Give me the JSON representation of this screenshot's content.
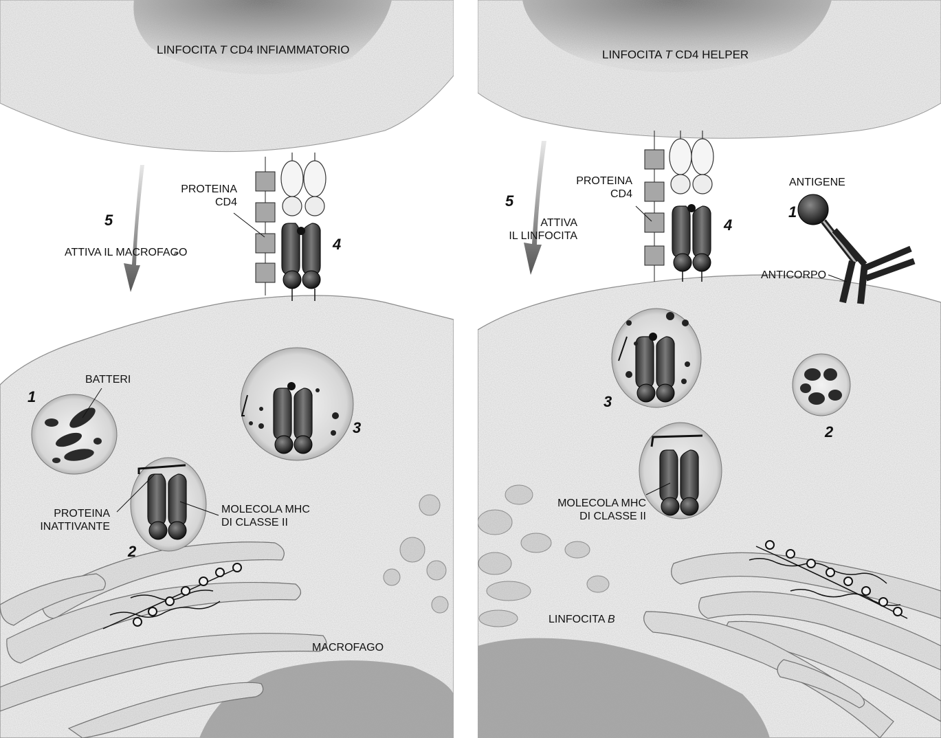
{
  "left_panel": {
    "top_cell_title_prefix": "LINFOCITA ",
    "top_cell_title_italic": "T",
    "top_cell_title_suffix": " CD4 INFIAMMATORIO",
    "cd4_label_line1": "PROTEINA",
    "cd4_label_line2": "CD4",
    "step5_number": "5",
    "step5_text": "ATTIVA IL MACROFAGO",
    "step4_number": "4",
    "bacteria_label": "BATTERI",
    "step1_number": "1",
    "step3_number": "3",
    "step2_number": "2",
    "inactivating_label_line1": "PROTEINA",
    "inactivating_label_line2": "INATTIVANTE",
    "mhc_label_line1": "MOLECOLA MHC",
    "mhc_label_line2": "DI CLASSE II",
    "bottom_cell_label": "MACROFAGO"
  },
  "right_panel": {
    "top_cell_title_prefix": "LINFOCITA ",
    "top_cell_title_italic": "T",
    "top_cell_title_suffix": " CD4 HELPER",
    "cd4_label_line1": "PROTEINA",
    "cd4_label_line2": "CD4",
    "step5_number": "5",
    "step5_text_line1": "ATTIVA",
    "step5_text_line2": "IL LINFOCITA",
    "step4_number": "4",
    "antigen_label": "ANTIGENE",
    "step1_number": "1",
    "antibody_label": "ANTICORPO",
    "step3_number": "3",
    "step2_number": "2",
    "mhc_label_line1": "MOLECOLA MHC",
    "mhc_label_line2": "DI CLASSE II",
    "bottom_cell_label_prefix": "LINFOCITA ",
    "bottom_cell_label_italic": "B"
  }
}
